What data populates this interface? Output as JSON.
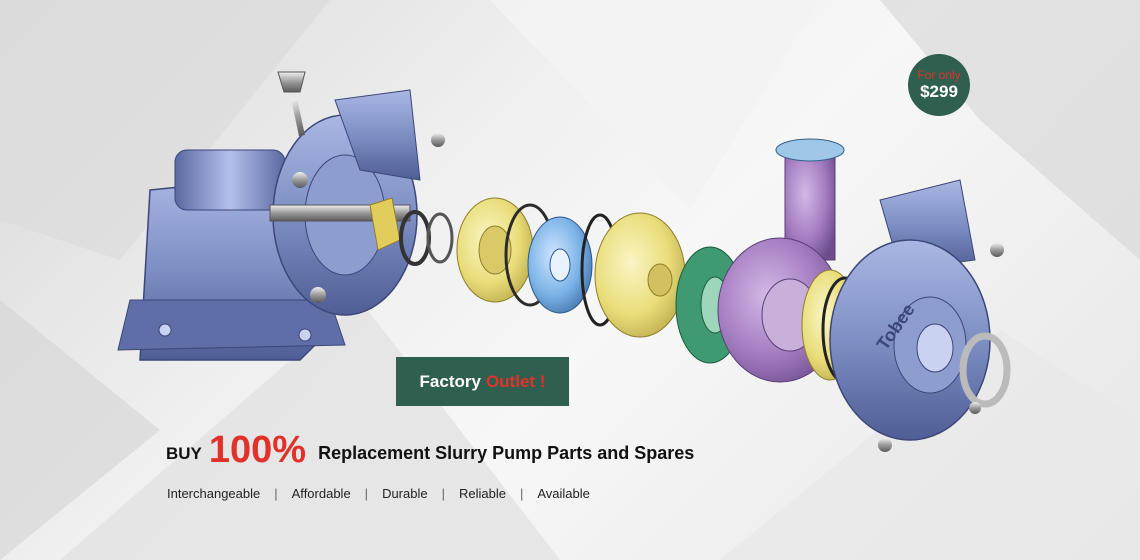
{
  "badge": {
    "prefix": "For only",
    "price": "$299"
  },
  "cta": {
    "part1": "Factory",
    "part2": "Outlet !"
  },
  "headline": {
    "buy": "BUY",
    "percent": "100%",
    "rest": "Replacement Slurry Pump Parts and Spares"
  },
  "features": [
    "Interchangeable",
    "Affordable",
    "Durable",
    "Reliable",
    "Available"
  ],
  "separator": "|",
  "casing_logo": "Tobee",
  "colors": {
    "green": "#2f5f4f",
    "red": "#e0322a",
    "pump_blue": "#7d8fc4",
    "part_yellow": "#e9dd7a",
    "part_purple": "#a37cc0",
    "part_green": "#3f9a72"
  }
}
